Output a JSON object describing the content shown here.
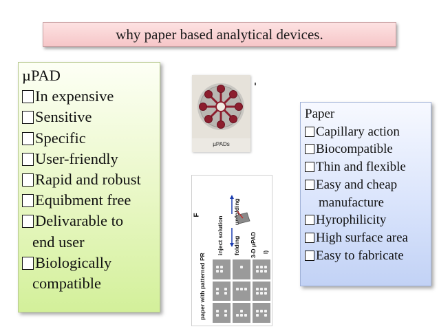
{
  "title": "why paper based analytical  devices.",
  "left_panel": {
    "heading": "µPAD",
    "items": [
      {
        "label": "In expensive"
      },
      {
        "label": "Sensitive"
      },
      {
        "label": "Specific"
      },
      {
        "label": "User-friendly"
      },
      {
        "label": "Rapid and robust"
      },
      {
        "label": "Equibment free"
      },
      {
        "label": "Delivarable to",
        "continuation": "end user"
      },
      {
        "label": "Biologically",
        "continuation": "compatible"
      }
    ]
  },
  "right_panel": {
    "heading": "Paper",
    "items": [
      {
        "label": "Capillary action"
      },
      {
        "label": "Biocompatible"
      },
      {
        "label": "Thin and flexible"
      },
      {
        "label": "Easy and cheap",
        "continuation": "manufacture"
      },
      {
        "label": "Hyrophilicity"
      },
      {
        "label": "High surface area"
      },
      {
        "label": "Easy to fabricate"
      }
    ]
  },
  "photo": {
    "label": "µPADs"
  },
  "figure": {
    "panel_letter": "F",
    "inject_label": "inject solution",
    "unfolding_label": "unfolding",
    "folding_label": "folding",
    "device_label": "3-D µPAD",
    "sub_letter": "I)",
    "side_label": "paper with patterned PR"
  },
  "colors": {
    "title_bg": "#f6c6c8",
    "left_bg": "#d3f09a",
    "right_bg": "#c2d2f5",
    "spot_color": "#8c1e2e"
  }
}
